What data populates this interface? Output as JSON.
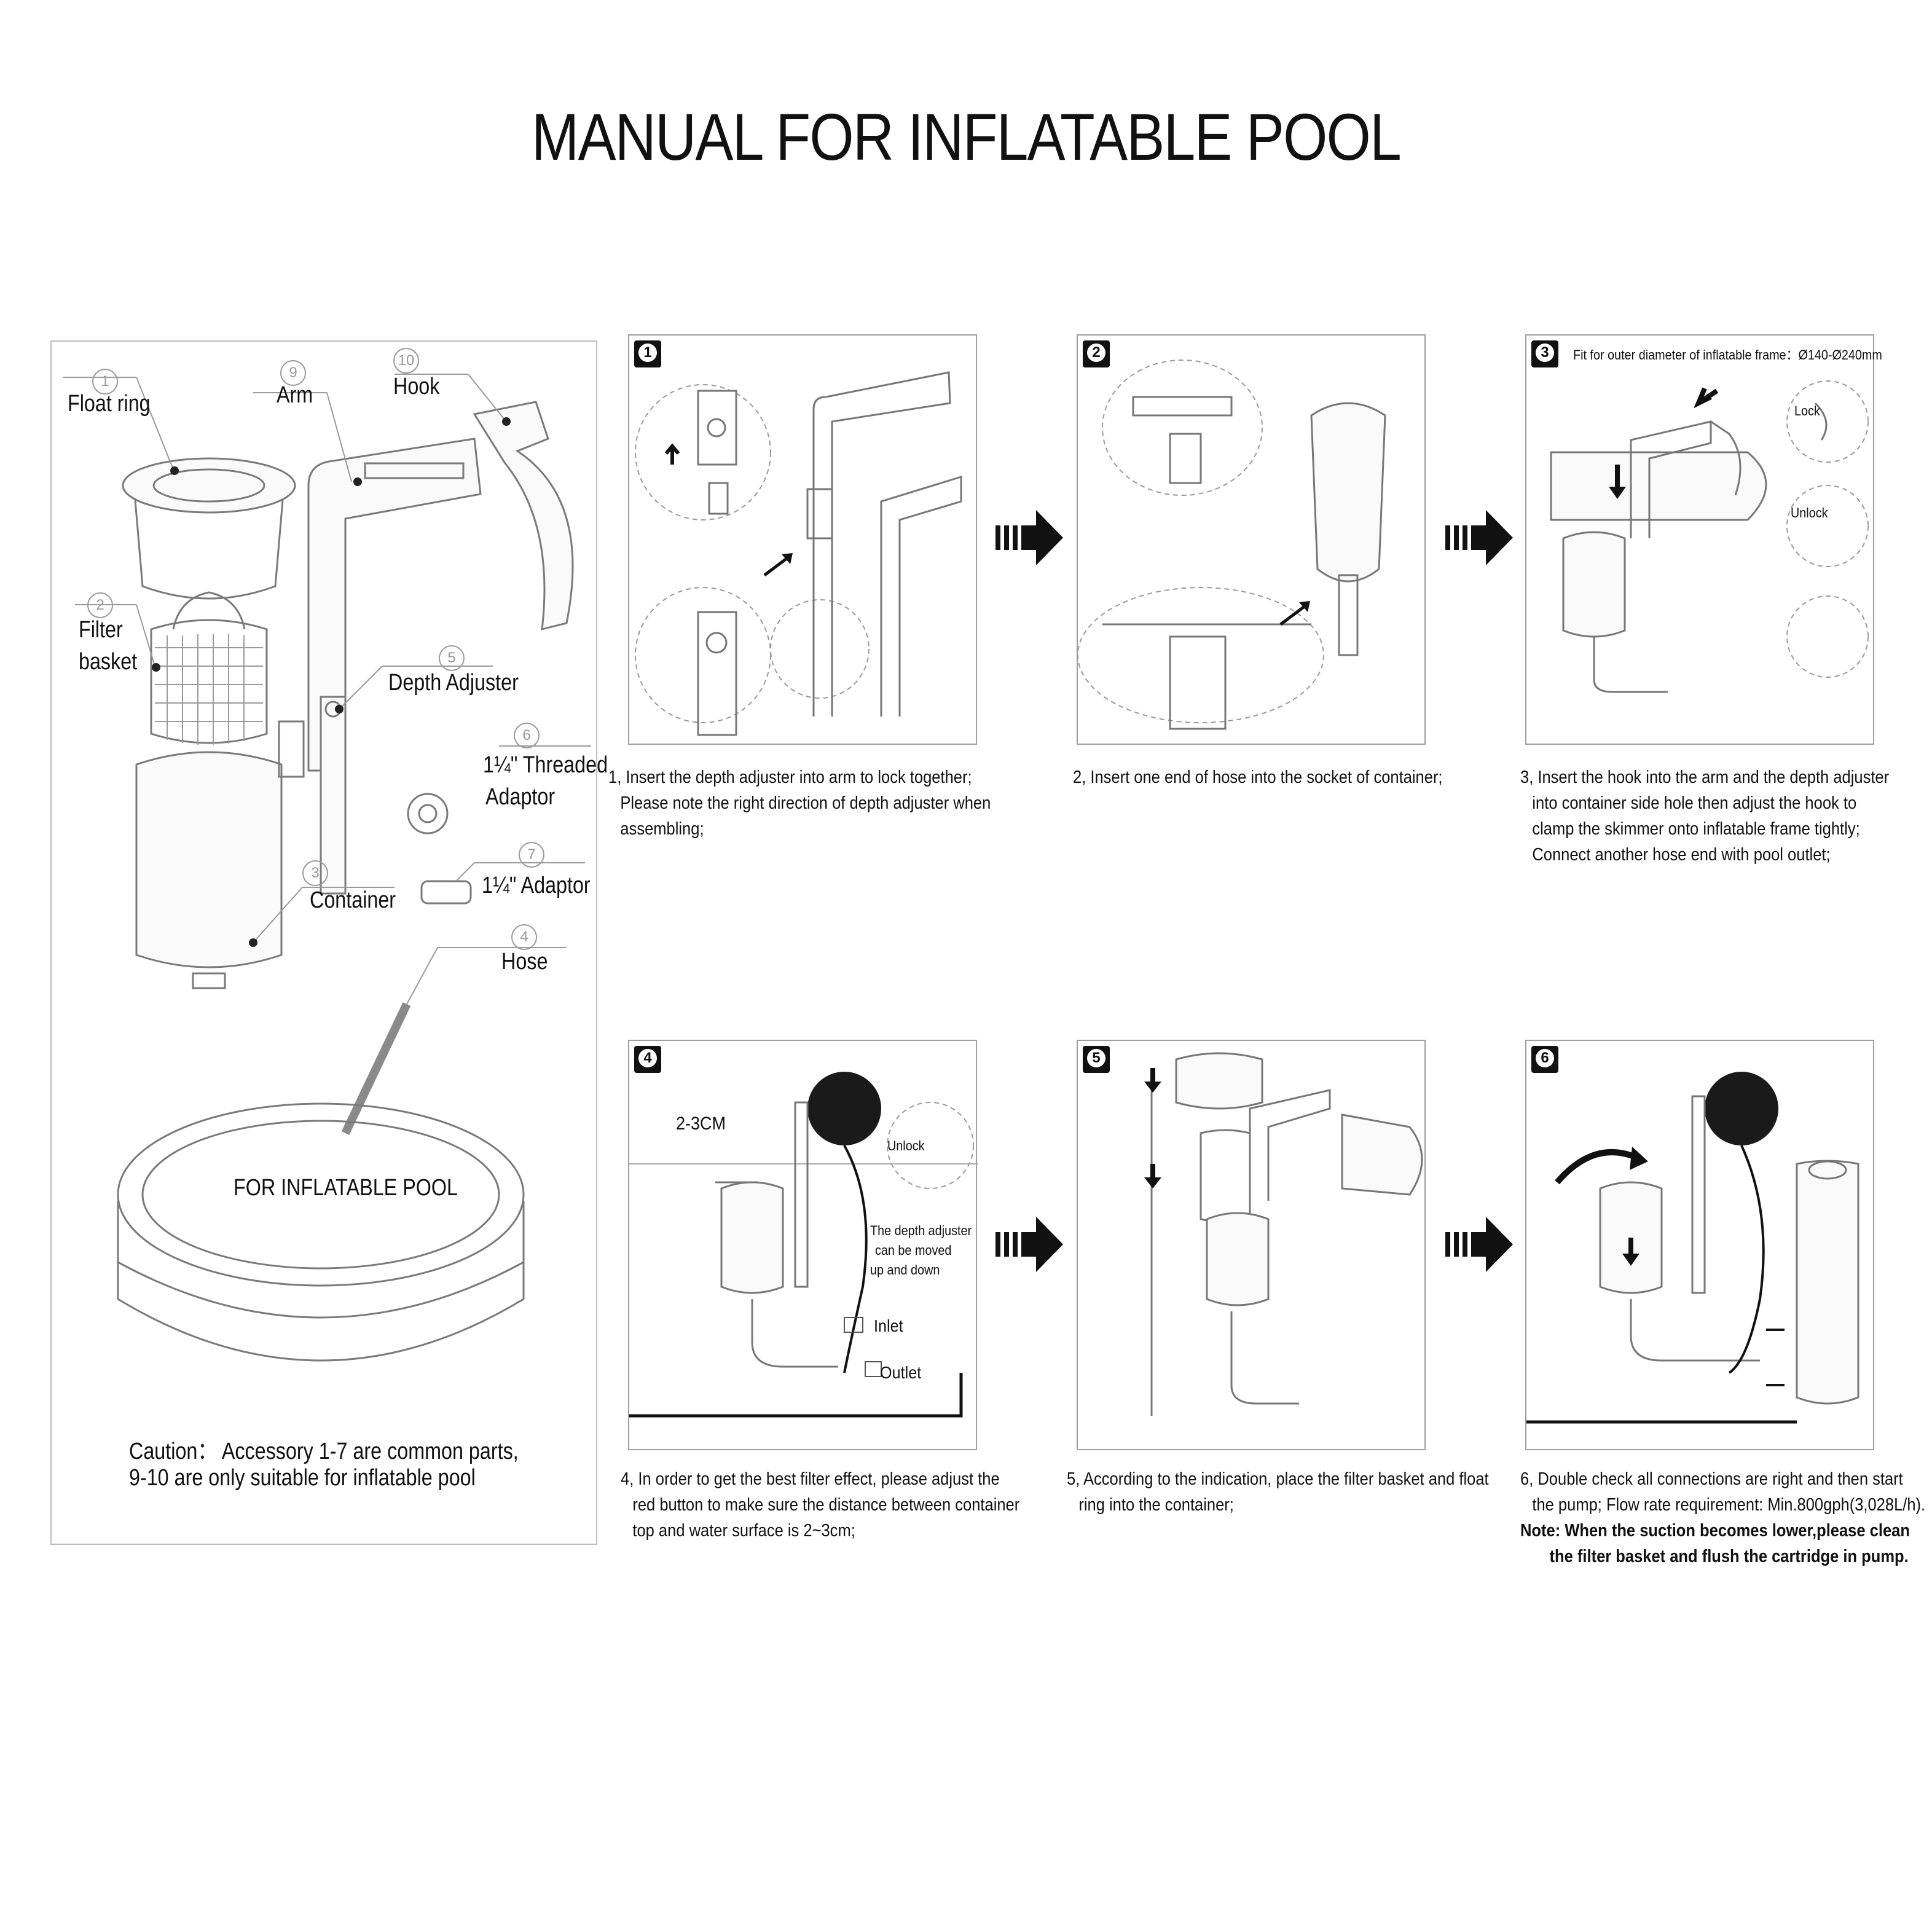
{
  "title": "MANUAL FOR INFLATABLE POOL",
  "parts": [
    {
      "num": "1",
      "label": "Float ring"
    },
    {
      "num": "9",
      "label": "Arm"
    },
    {
      "num": "10",
      "label": "Hook"
    },
    {
      "num": "2",
      "label": "Filter basket"
    },
    {
      "num": "5",
      "label": "Depth Adjuster"
    },
    {
      "num": "6",
      "label": "1¼\" Threaded Adaptor"
    },
    {
      "num": "7",
      "label": "1¼\" Adaptor"
    },
    {
      "num": "3",
      "label": "Container"
    },
    {
      "num": "4",
      "label": "Hose"
    }
  ],
  "parts_labels": {
    "filter_line1": "Filter",
    "filter_line2": "basket",
    "threaded_line1": "1¼\" Threaded",
    "threaded_line2": "Adaptor"
  },
  "pool_label": "FOR INFLATABLE POOL",
  "caution": {
    "line1": "Caution：   Accessory 1-7 are common parts,",
    "line2": "9-10 are only suitable for inflatable pool"
  },
  "steps": [
    {
      "num": "1",
      "lines": [
        "1, Insert the depth adjuster into arm to lock together;",
        "Please note the right direction of depth adjuster when",
        "assembling;"
      ]
    },
    {
      "num": "2",
      "lines": [
        "2, Insert one end of hose into the socket of container;"
      ]
    },
    {
      "num": "3",
      "header": "Fit for outer diameter of inflatable frame：Ø140-Ø240mm",
      "lock": "Lock",
      "unlock": "Unlock",
      "lines": [
        "3, Insert the hook into the arm and the depth adjuster",
        "into container side hole then adjust the hook to",
        "clamp the skimmer onto inflatable frame tightly;",
        "Connect another hose end with pool outlet;"
      ]
    },
    {
      "num": "4",
      "distance": "2-3CM",
      "unlock": "Unlock",
      "adjuster_note": [
        "The depth adjuster",
        "can be moved",
        "up and down"
      ],
      "inlet": "Inlet",
      "outlet": "Outlet",
      "lines": [
        "4, In order to get the best filter effect, please adjust the",
        "red button to make sure the distance between container",
        "top and water surface  is 2~3cm;"
      ]
    },
    {
      "num": "5",
      "lines": [
        "5, According to the indication, place the filter basket and float",
        "ring into the container;"
      ]
    },
    {
      "num": "6",
      "lines": [
        "6, Double check all connections are right and then start",
        "the pump; Flow rate requirement: Min.800gph(3,028L/h)."
      ],
      "note": [
        "Note: When the suction becomes lower,please clean",
        "the filter basket and flush the cartridge in pump."
      ]
    }
  ]
}
